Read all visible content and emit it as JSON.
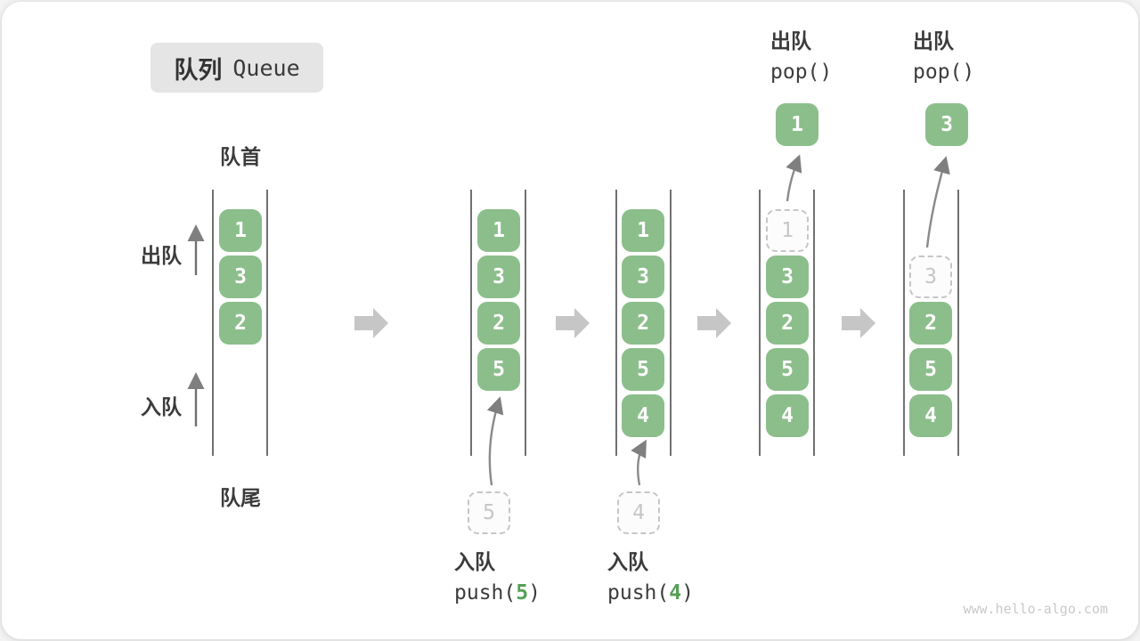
{
  "title": {
    "zh": "队列",
    "en": "Queue"
  },
  "frame_labels": {
    "front": "队首",
    "rear": "队尾"
  },
  "side_labels": {
    "dequeue": "出队",
    "enqueue": "入队"
  },
  "columns": [
    {
      "cells": [
        {
          "v": "1"
        },
        {
          "v": "3"
        },
        {
          "v": "2"
        }
      ]
    },
    {
      "cells": [
        {
          "v": "1"
        },
        {
          "v": "3"
        },
        {
          "v": "2"
        },
        {
          "v": "5"
        }
      ],
      "staged": "5",
      "op": {
        "zh": "入队",
        "fn": "push(",
        "arg": "5",
        "close": ")"
      }
    },
    {
      "cells": [
        {
          "v": "1"
        },
        {
          "v": "3"
        },
        {
          "v": "2"
        },
        {
          "v": "5"
        },
        {
          "v": "4"
        }
      ],
      "staged": "4",
      "op": {
        "zh": "入队",
        "fn": "push(",
        "arg": "4",
        "close": ")"
      }
    },
    {
      "cells": [
        {
          "v": "1",
          "ghost": true
        },
        {
          "v": "3"
        },
        {
          "v": "2"
        },
        {
          "v": "5"
        },
        {
          "v": "4"
        }
      ],
      "popped": "1",
      "op": {
        "zh": "出队",
        "code": "pop()"
      }
    },
    {
      "cells": [
        {
          "v": "3",
          "ghost": true
        },
        {
          "v": "2"
        },
        {
          "v": "5"
        },
        {
          "v": "4"
        }
      ],
      "popped": "3",
      "op": {
        "zh": "出队",
        "code": "pop()"
      }
    }
  ],
  "watermark": "www.hello-algo.com",
  "colors": {
    "cell_green": "#8CBE8C",
    "accent_green": "#55A055",
    "arrow_gray": "#C6C6C6",
    "wall_gray": "#4D4D4D",
    "flow_gray": "#8A8A8A",
    "dashed_gray": "#C6C6C6",
    "text_dark": "#3B3B3B"
  }
}
